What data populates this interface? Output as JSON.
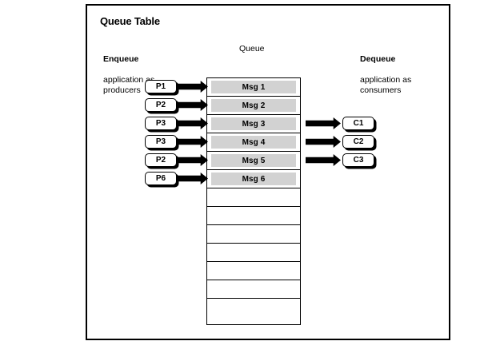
{
  "diagram": {
    "title": "Queue Table",
    "columns": {
      "enqueue": {
        "head": "Enqueue",
        "body": "application as\nproducers"
      },
      "queue": {
        "label": "Queue"
      },
      "dequeue": {
        "head": "Dequeue",
        "body": "application as\nconsumers"
      }
    },
    "producers": [
      {
        "id": "p1",
        "label": "P1"
      },
      {
        "id": "p2",
        "label": "P2"
      },
      {
        "id": "p3",
        "label": "P3"
      },
      {
        "id": "p4",
        "label": "P3"
      },
      {
        "id": "p5",
        "label": "P2"
      },
      {
        "id": "p6",
        "label": "P6"
      }
    ],
    "messages": [
      {
        "label": "Msg 1"
      },
      {
        "label": "Msg 2"
      },
      {
        "label": "Msg 3"
      },
      {
        "label": "Msg 4"
      },
      {
        "label": "Msg 5"
      },
      {
        "label": "Msg 6"
      }
    ],
    "empty_slot_count": 7,
    "consumers": [
      {
        "id": "c1",
        "label": "C1"
      },
      {
        "id": "c2",
        "label": "C2"
      },
      {
        "id": "c3",
        "label": "C3"
      }
    ],
    "enqueue_arrow_count": 6,
    "dequeue_arrow_count": 3,
    "colors": {
      "stroke": "#000000",
      "message_fill": "#d2d2d2",
      "arrow_fill": "#000000",
      "background": "#ffffff"
    }
  }
}
